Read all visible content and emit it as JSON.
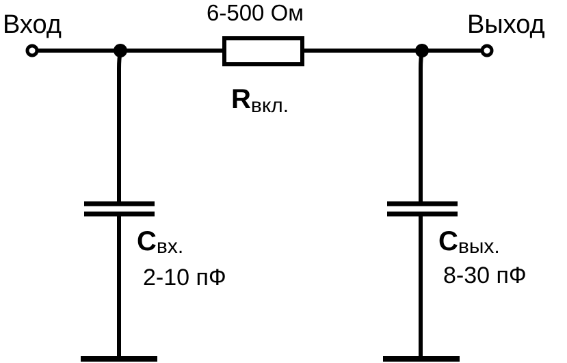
{
  "labels": {
    "input": "Вход",
    "output": "Выход",
    "resistance_value": "6-500 Ом",
    "resistor_main": "R",
    "resistor_sub": "вкл.",
    "cin_main": "C",
    "cin_sub": "вх.",
    "cin_value": "2-10 пФ",
    "cout_main": "C",
    "cout_sub": "вых.",
    "cout_value": "8-30 пФ"
  },
  "colors": {
    "stroke": "#000000",
    "background": "#ffffff"
  }
}
